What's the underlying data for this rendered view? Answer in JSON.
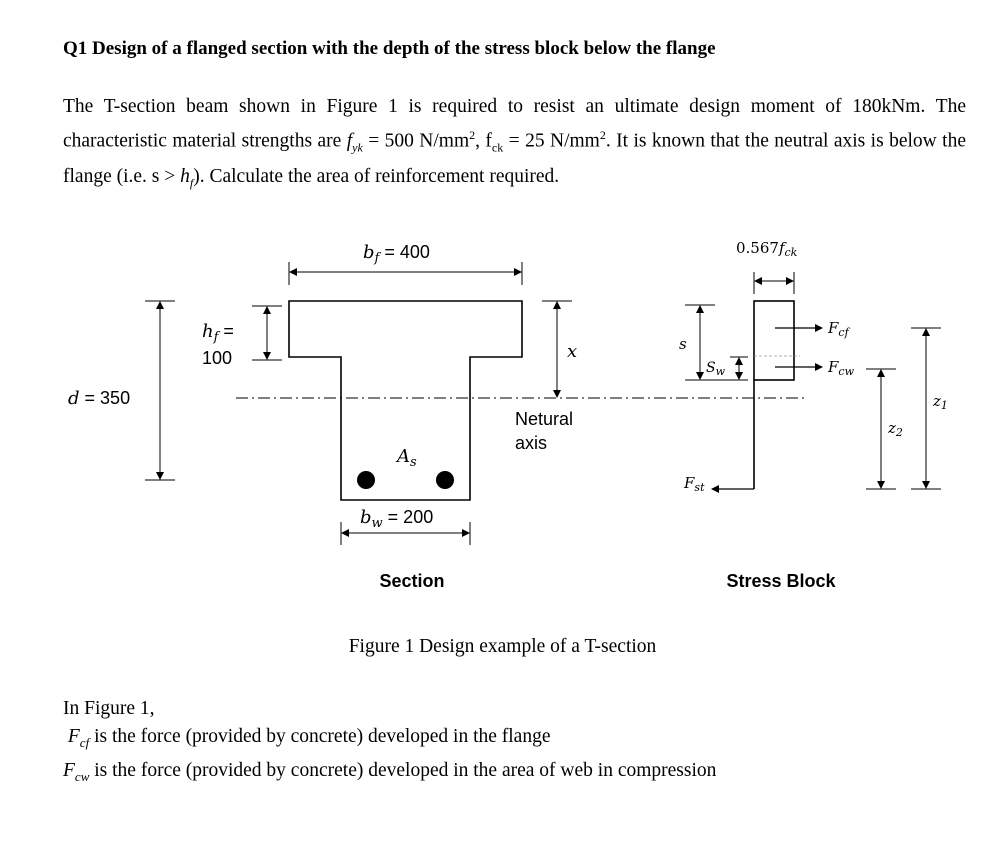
{
  "heading": "Q1 Design of a flanged section with the depth of the stress block below the flange",
  "problem": {
    "part1": "The T-section beam shown in Figure 1 is required to resist an ultimate design moment of 180kNm. The characteristic material strengths are ",
    "fyk_symbol": "f",
    "fyk_sub": "yk",
    "fyk_value": " = 500 N/mm",
    "fyk_exp": "2",
    "fck_symbol": ", f",
    "fck_sub": "ck",
    "fck_value": " = 25 N/mm",
    "fck_exp": "2",
    "part2": ". It is known that the neutral axis is below the flange (i.e. s > ",
    "hf_symbol": "h",
    "hf_sub": "f",
    "part3": "). Calculate the area of reinforcement required."
  },
  "figure": {
    "bf_label": "b",
    "bf_sub": "f",
    "bf_value": " = 400",
    "hf_label": "h",
    "hf_sub": "f",
    "hf_eq": " =",
    "hf_value": "100",
    "d_label": "d",
    "d_value": " = 350",
    "x_label": "x",
    "neutral_axis_1": "Netural",
    "neutral_axis_2": "axis",
    "as_label": "A",
    "as_sub": "s",
    "bw_label": "b",
    "bw_sub": "w",
    "bw_value": " = 200",
    "section_title": "Section",
    "stress_title": "Stress Block",
    "stress_width": "0.567",
    "stress_fck": "f",
    "stress_fck_sub": "ck",
    "s_label": "s",
    "sw_label": "S",
    "sw_sub": "w",
    "fcf_label": "F",
    "fcf_sub": "cf",
    "fcw_label": "F",
    "fcw_sub": "cw",
    "fst_label": "F",
    "fst_sub": "st",
    "z1_label": "z",
    "z1_sub": "1",
    "z2_label": "z",
    "z2_sub": "2"
  },
  "caption": "Figure 1 Design example of a T-section",
  "notes": {
    "intro": "In Figure 1,",
    "fcf_symbol": "F",
    "fcf_sub": "cf",
    "fcf_text": " is the force (provided by concrete) developed in the flange",
    "fcw_symbol": "F",
    "fcw_sub": "cw",
    "fcw_text": " is the force (provided by concrete) developed in the area of web in compression"
  }
}
